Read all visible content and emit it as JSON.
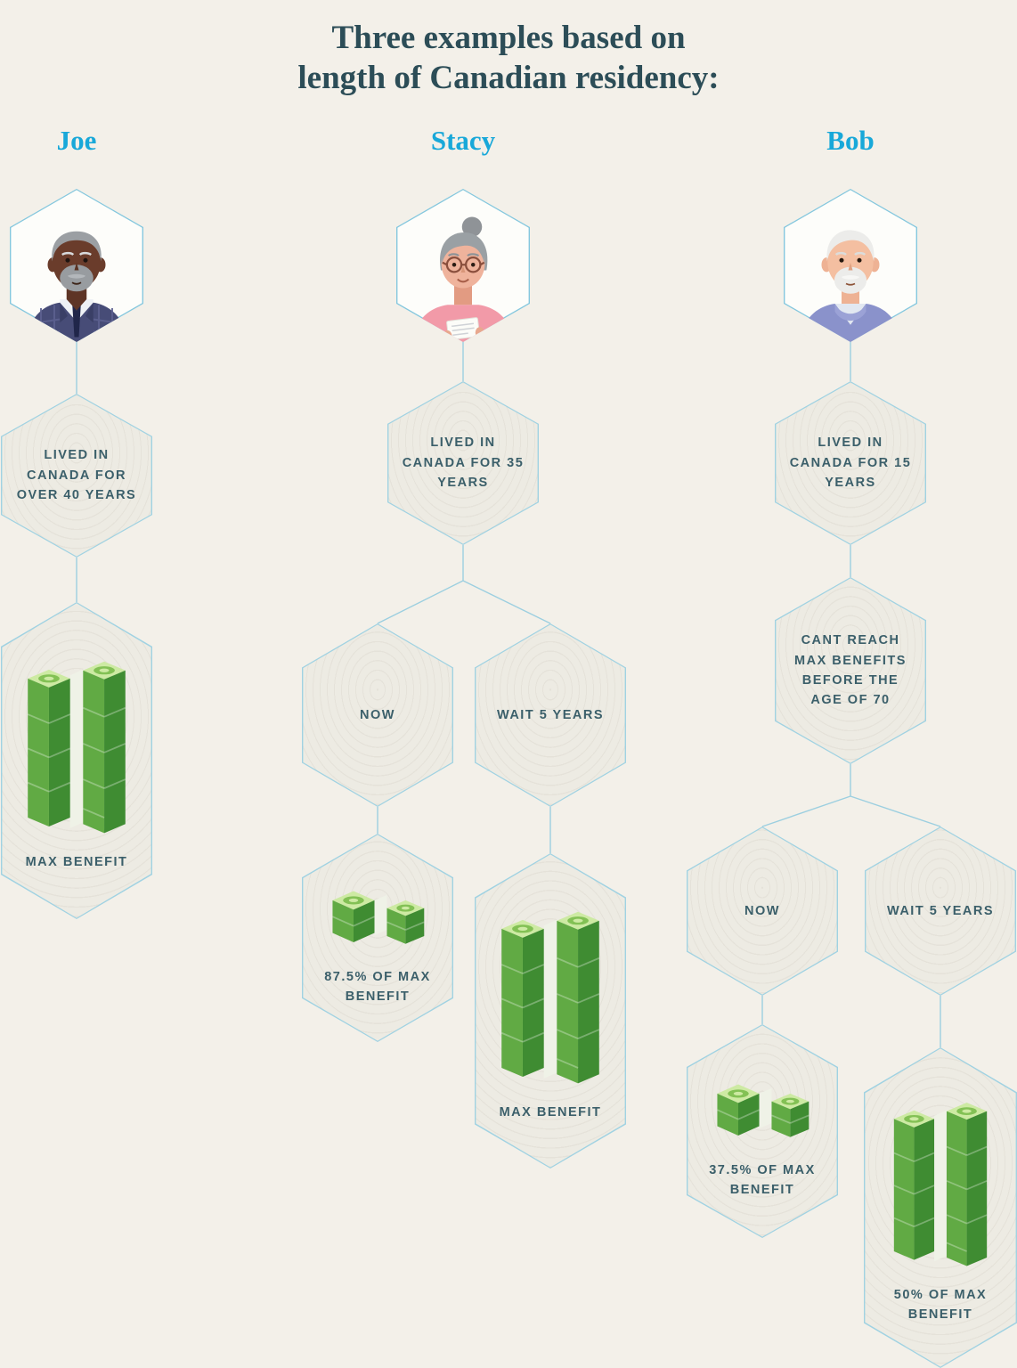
{
  "title": {
    "line1": "Three examples based on",
    "line2": "length of Canadian residency:"
  },
  "columns": [
    {
      "name": "Joe",
      "avatar": "senior-man-gray-beard-plaid-suit",
      "steps": [
        {
          "label": "LIVED IN CANADA FOR OVER 40 YEARS"
        }
      ],
      "outcome": {
        "label": "MAX BENEFIT",
        "money": "large"
      }
    },
    {
      "name": "Stacy",
      "avatar": "senior-woman-glasses-pink-blouse",
      "steps": [
        {
          "label": "LIVED IN CANADA FOR 35 YEARS"
        }
      ],
      "branches": [
        {
          "label": "NOW",
          "outcome": {
            "label": "87.5% OF MAX BENEFIT",
            "money": "small"
          }
        },
        {
          "label": "WAIT 5 YEARS",
          "outcome": {
            "label": "MAX BENEFIT",
            "money": "large"
          }
        }
      ]
    },
    {
      "name": "Bob",
      "avatar": "senior-man-white-beard-cardigan",
      "steps": [
        {
          "label": "LIVED IN CANADA FOR 15 YEARS"
        },
        {
          "label": "CANT REACH MAX BENEFITS BEFORE THE AGE OF 70"
        }
      ],
      "branches": [
        {
          "label": "NOW",
          "outcome": {
            "label": "37.5% OF MAX BENEFIT",
            "money": "small"
          }
        },
        {
          "label": "WAIT 5 YEARS",
          "outcome": {
            "label": "50% OF MAX BENEFIT",
            "money": "tall"
          }
        }
      ]
    }
  ],
  "icons": {
    "money_large": "money-stack-large-icon",
    "money_small": "money-stack-small-icon",
    "money_tall": "money-stack-tall-icon"
  },
  "colors": {
    "background": "#f3f0e9",
    "accent_cyan": "#18a8d9",
    "title_teal": "#2c4d57",
    "label_teal": "#3b5f6a",
    "hex_border": "#a0d2e2",
    "hex_fill": "#edebe3",
    "connector_blue": "#9ccfe0",
    "money_green": "#61aa44",
    "money_green_dark": "#3f8c32",
    "money_green_light": "#cdeaa3"
  }
}
